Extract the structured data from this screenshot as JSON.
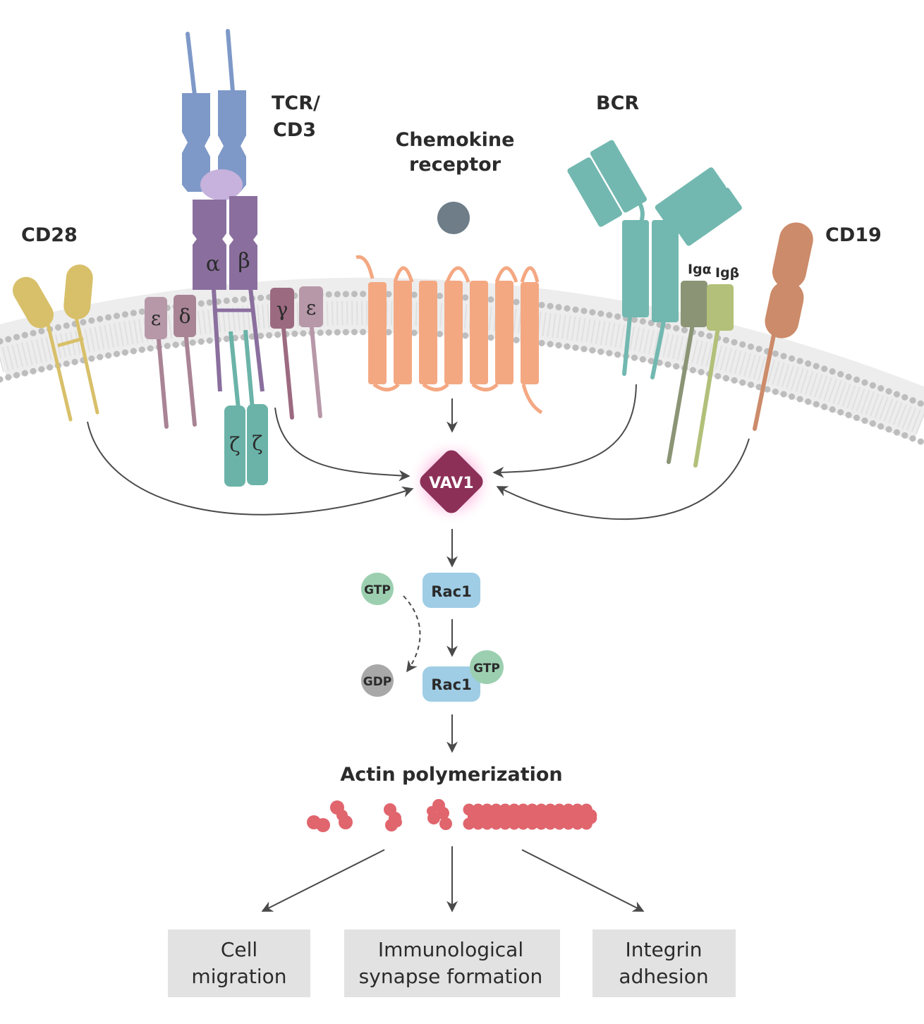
{
  "labels": {
    "tcr_line1": "TCR/",
    "tcr_line2": "CD3",
    "chemokine_line1": "Chemokine",
    "chemokine_line2": "receptor",
    "bcr": "BCR",
    "cd28": "CD28",
    "cd19": "CD19",
    "alpha": "α",
    "beta": "β",
    "epsilon_left": "ε",
    "delta": "δ",
    "gamma": "γ",
    "epsilon_right": "ε",
    "zeta_left": "ζ",
    "zeta_right": "ζ",
    "ig_alpha": "Igα",
    "ig_beta": "Igβ",
    "vav1": "VAV1",
    "gtp_free": "GTP",
    "rac1_top": "Rac1",
    "gdp": "GDP",
    "rac1_bottom": "Rac1",
    "gtp_bound": "GTP",
    "actin": "Actin polymerization"
  },
  "outcomes": {
    "cell_migration": [
      "Cell",
      "migration"
    ],
    "immunological_synapse": [
      "Immunological",
      "synapse formation"
    ],
    "integrin_adhesion": [
      "Integrin",
      "adhesion"
    ]
  },
  "colors": {
    "tcr_constant": "#7e99c8",
    "tcr_variable": "#8a6f9e",
    "cd3_chain": "#a98494",
    "zeta": "#6bb3a8",
    "chemokine": "#f4a882",
    "bcr": "#72b8b0",
    "ig_alpha": "#8b9475",
    "ig_beta": "#b2c07a",
    "cd28": "#d8c06a",
    "cd19": "#cc8b6a",
    "vav1": "#8c3058",
    "rac1": "#9fcde5",
    "gtp": "#9ccfb0",
    "gdp": "#a8a8a8",
    "actin": "#e0656d",
    "outcome_box": "#e2e2e2",
    "ligand": "#6e7d88",
    "membrane": "#cfcfcf"
  }
}
